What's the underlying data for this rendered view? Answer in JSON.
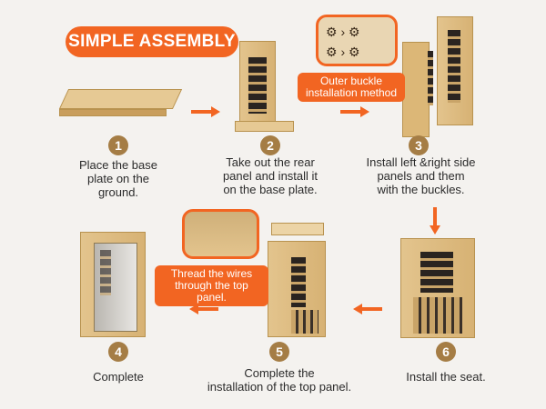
{
  "title": "SIMPLE ASSEMBLY",
  "callouts": {
    "buckle": "Outer buckle\ninstallation method",
    "wires": "Thread the wires\nthrough the top panel."
  },
  "steps": [
    {
      "number": "1",
      "text": "Place the base\nplate on the\nground."
    },
    {
      "number": "2",
      "text": "Take out the rear\npanel and install it\non the base plate."
    },
    {
      "number": "3",
      "text": "Install left &right side\npanels and them\nwith the buckles."
    },
    {
      "number": "4",
      "text": "Complete"
    },
    {
      "number": "5",
      "text": "Complete the\ninstallation of the top panel."
    },
    {
      "number": "6",
      "text": "Install the seat."
    }
  ],
  "colors": {
    "accent": "#f26522",
    "badge": "#a57d45",
    "wood": "#ddb97c"
  }
}
